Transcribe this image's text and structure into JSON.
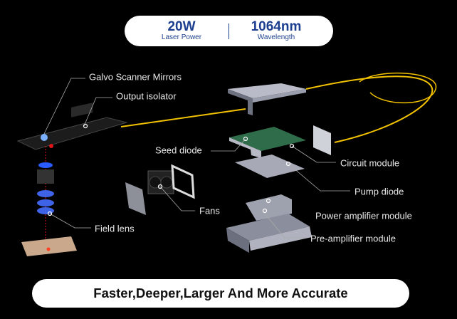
{
  "specs": [
    {
      "value": "20W",
      "label": "Laser Power"
    },
    {
      "value": "1064nm",
      "label": "Wavelength"
    }
  ],
  "labels": {
    "galvo": "Galvo Scanner Mirrors",
    "isolator": "Output isolator",
    "seed": "Seed diode",
    "circuit": "Circuit module",
    "pump": "Pump diode",
    "fans": "Fans",
    "power_amp": "Power amplifier module",
    "field_lens": "Field lens",
    "pre_amp": "Pre-amplifier module"
  },
  "tagline": "Faster,Deeper,Larger And More Accurate",
  "colors": {
    "accent": "#1d3f8f",
    "fiber": "#f2c200",
    "laser": "#e0141a"
  }
}
